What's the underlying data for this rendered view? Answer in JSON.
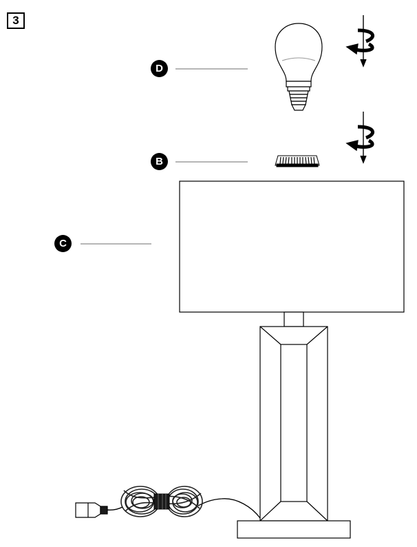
{
  "step": {
    "number": "3"
  },
  "callouts": {
    "d": "D",
    "b": "B",
    "c": "C"
  },
  "icons": {
    "bulb": "light-bulb-icon",
    "ring": "shade-ring-icon",
    "rotate": "rotate-clockwise-arrow-icon",
    "plug": "power-plug-icon"
  },
  "colors": {
    "line": "#000000",
    "leader": "#8a8a8a",
    "cord": "#222222"
  }
}
